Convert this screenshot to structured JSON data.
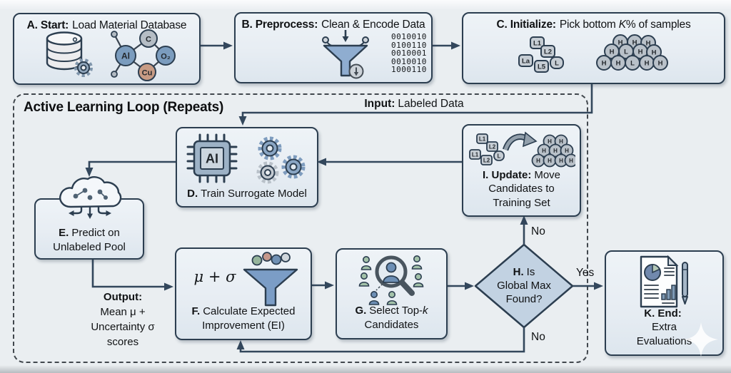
{
  "colors": {
    "ink": "#2c3e50",
    "arrow": "#33475c",
    "box-fill": "#e7edf3",
    "diamond-fill": "#c2d2e2",
    "canvas": "#eaeef1",
    "funnel-blue": "#8fadd0",
    "deep-blue": "#7b9dc6",
    "atom-blue": "#7b9cbe",
    "atom-gray": "#b5bdc5",
    "copper": "#c79b84",
    "tile-gray": "#c6cdd4",
    "green": "#a3c2a9",
    "steel": "#93a0ac"
  },
  "loop": {
    "title": "Active Learning Loop (Repeats)"
  },
  "edges": {
    "input_prefix": "Input:",
    "input_label": "Labeled Data",
    "output_prefix": "Output:",
    "output_line1": "Mean μ +",
    "output_line2": "Uncertainty σ",
    "output_line3": "scores",
    "yes": "Yes",
    "no_top": "No",
    "no_bottom": "No"
  },
  "nodes": {
    "a": {
      "prefix": "A. Start:",
      "title": "Load Material Database",
      "atoms": [
        "Al",
        "C",
        "O₂",
        "Cu"
      ]
    },
    "b": {
      "prefix": "B. Preprocess:",
      "title": "Clean & Encode Data",
      "binary": [
        "0010010",
        "0100110",
        "0010001",
        "0010010",
        "1000110"
      ]
    },
    "c": {
      "prefix": "C. Initialize:",
      "title_pre": "Pick bottom ",
      "title_k": "K",
      "title_post": "% of samples",
      "tiles": [
        "L1",
        "L2",
        "La",
        "L5",
        "L"
      ],
      "pile": "H",
      "pile_l": "L"
    },
    "d": {
      "prefix": "D.",
      "title": "Train Surrogate Model",
      "chip": "AI"
    },
    "e": {
      "prefix": "E.",
      "line1": "Predict on",
      "line2": "Unlabeled Pool"
    },
    "f": {
      "prefix": "F.",
      "line1": "Calculate Expected",
      "line2": "Improvement (EI)",
      "formula": "μ + σ"
    },
    "g": {
      "prefix": "G.",
      "line1_pre": "Select Top-",
      "line1_k": "k",
      "line2": "Candidates"
    },
    "h": {
      "prefix": "H.",
      "line1": "Is",
      "line2": "Global Max",
      "line3": "Found?"
    },
    "i": {
      "prefix": "I. Update:",
      "line1": "Move",
      "line2": "Candidates to",
      "line3": "Training Set",
      "tiles": [
        "L1",
        "L2",
        "L1",
        "L2",
        "L"
      ],
      "pile": "H"
    },
    "k": {
      "prefix": "K. End:",
      "line1": "Extra",
      "line2": "Evaluations"
    }
  }
}
